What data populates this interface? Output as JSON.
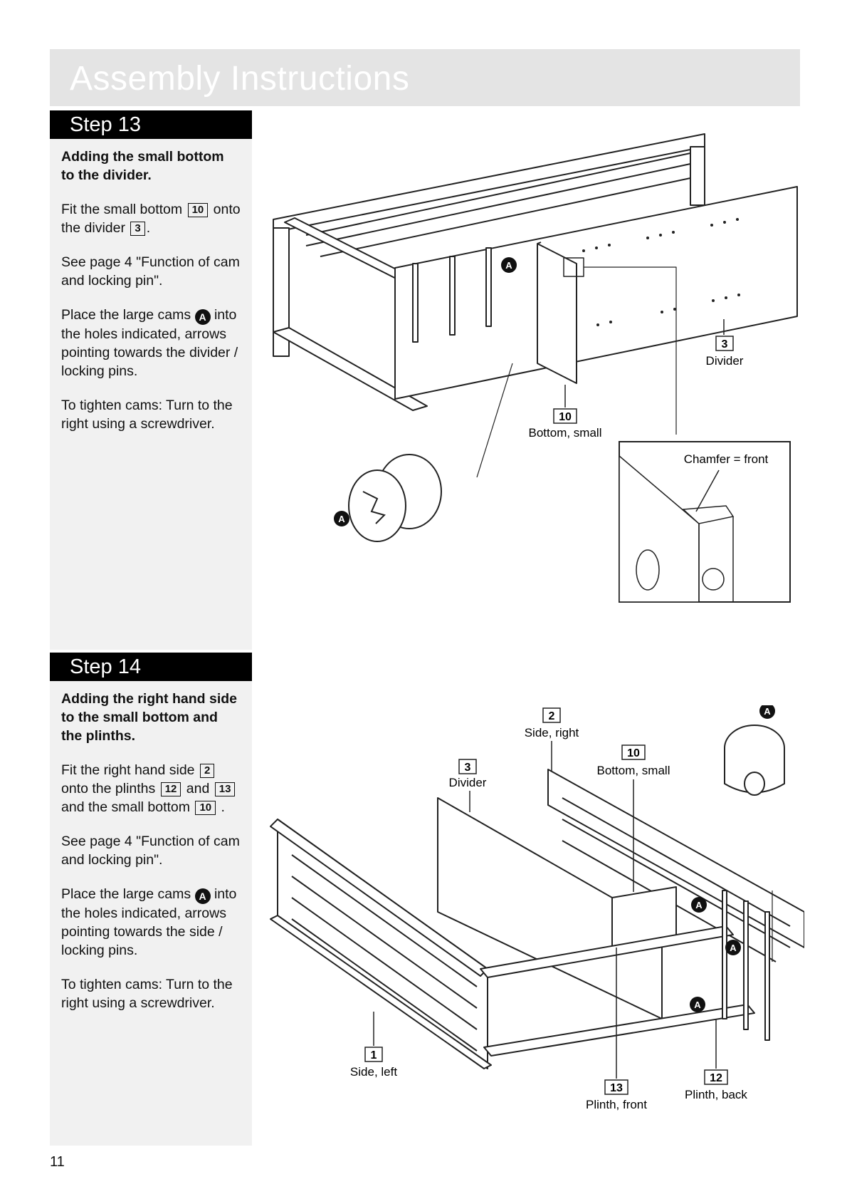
{
  "header": {
    "title": "Assembly Instructions"
  },
  "step13": {
    "label": "Step 13",
    "heading": "Adding the small bottom to the divider.",
    "fit_pre": "Fit the small bottom",
    "fit_part1": "10",
    "fit_mid": "onto the divider",
    "fit_part2": "3",
    "fit_end": ".",
    "see": "See page 4 \"Function of cam and locking pin\".",
    "place_pre": "Place the large cams",
    "cam": "A",
    "place_post": "into the holes indicated, arrows pointing towards the divider / locking pins.",
    "tighten": "To tighten cams: Turn to the right using a screwdriver.",
    "diagram": {
      "divider_num": "3",
      "divider_label": "Divider",
      "bottom_num": "10",
      "bottom_label": "Bottom, small",
      "chamfer_label": "Chamfer = front",
      "cam_a": "A"
    }
  },
  "step14": {
    "label": "Step 14",
    "heading": "Adding the right hand side to the small bottom and the plinths.",
    "fit_pre": "Fit the right hand side",
    "fit_part1": "2",
    "fit_mid": "onto the plinths",
    "fit_part2": "12",
    "fit_and": "and",
    "fit_part3": "13",
    "fit_mid2": "and the small bottom",
    "fit_part4": "10",
    "fit_end": ".",
    "see": "See page 4 \"Function of cam and locking pin\".",
    "place_pre": "Place the large cams",
    "cam": "A",
    "place_post": "into the holes indicated, arrows pointing towards the side / locking pins.",
    "tighten": "To tighten cams: Turn to the right using a screwdriver.",
    "diagram": {
      "side_right_num": "2",
      "side_right_label": "Side, right",
      "divider_num": "3",
      "divider_label": "Divider",
      "bottom_num": "10",
      "bottom_label": "Bottom, small",
      "side_left_num": "1",
      "side_left_label": "Side, left",
      "plinth_front_num": "13",
      "plinth_front_label": "Plinth, front",
      "plinth_back_num": "12",
      "plinth_back_label": "Plinth, back",
      "cam_a": "A"
    }
  },
  "page_number": "11"
}
